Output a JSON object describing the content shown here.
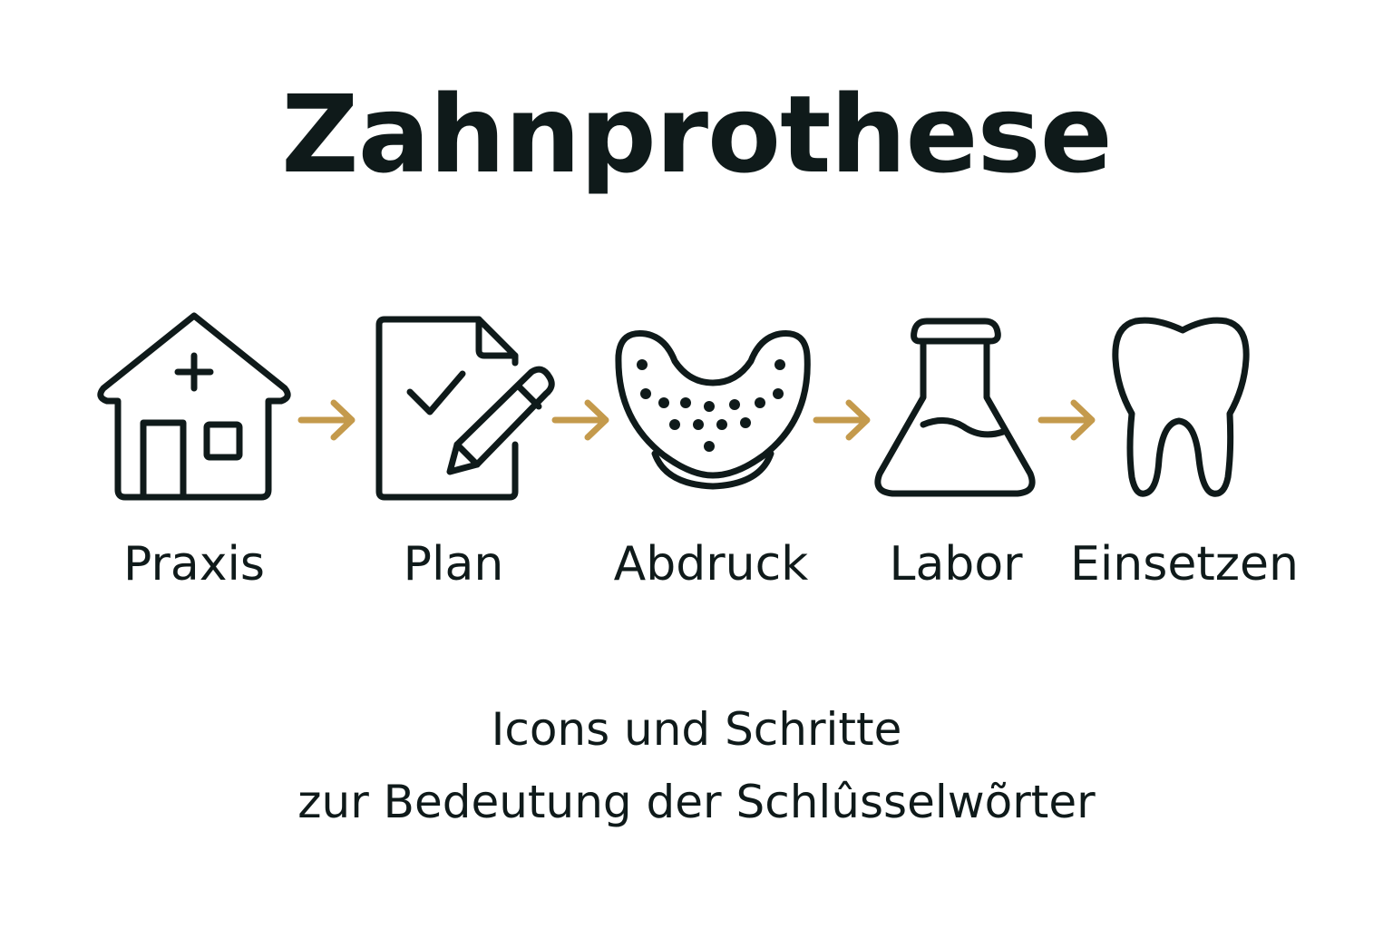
{
  "title": "Zahnprothese",
  "steps": [
    {
      "label": "Praxis",
      "icon": "clinic-house-icon"
    },
    {
      "label": "Plan",
      "icon": "document-pencil-icon"
    },
    {
      "label": "Abdruck",
      "icon": "dental-impression-icon"
    },
    {
      "label": "Labor",
      "icon": "lab-flask-icon"
    },
    {
      "label": "Einsetzen",
      "icon": "tooth-icon"
    }
  ],
  "subtitle": {
    "line1": "Icons und Schritte",
    "line2": "zur Bedeutung der Schlûsselwõrter"
  },
  "colors": {
    "text": "#0f1a1a",
    "arrow": "#c49a4c",
    "background": "#ffffff"
  }
}
